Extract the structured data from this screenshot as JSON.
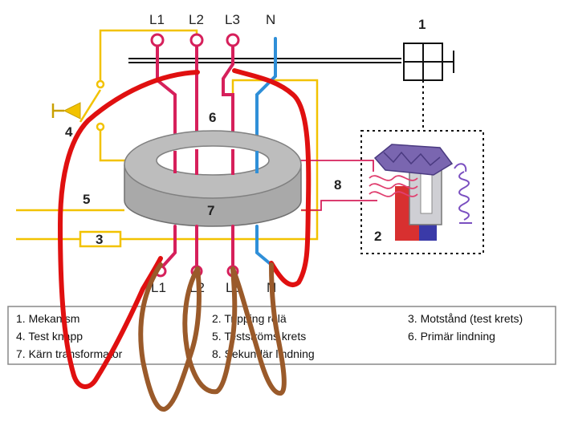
{
  "terminals_top": [
    "L1",
    "L2",
    "L3",
    "N"
  ],
  "terminals_bottom": [
    "L1",
    "L2",
    "L3",
    "N"
  ],
  "callouts": [
    "1",
    "2",
    "3",
    "4",
    "5",
    "6",
    "7",
    "8"
  ],
  "legend": [
    "1. Mekanism",
    "2. Tripping relä",
    "3. Motstånd (test krets)",
    "4. Test knapp",
    "5. Testströms krets",
    "6. Primär lindning",
    "7. Kärn transformator",
    "8. Sekundär lindning"
  ],
  "colors": {
    "phase": "#d6205b",
    "neutral": "#2f8fd8",
    "test_circuit": "#f2c200",
    "core": "#a9a9a9",
    "relay_magnet_red": "#d83030",
    "relay_magnet_blue": "#3a3aa8",
    "relay_spring": "#7a4fc0",
    "overlay_red": "#e01010",
    "overlay_brown": "#9a5a2a"
  }
}
